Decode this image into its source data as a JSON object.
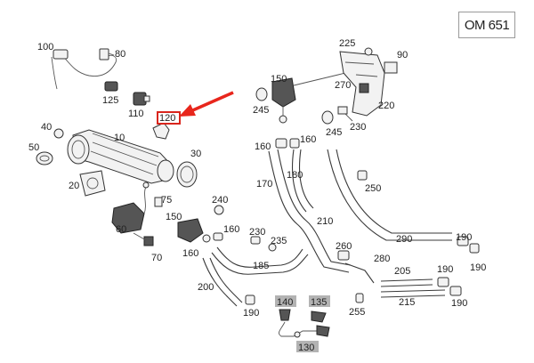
{
  "engine_code": "OM 651",
  "highlight_label": "120",
  "labels": {
    "p10": "10",
    "p20": "20",
    "p30": "30",
    "p40": "40",
    "p50": "50",
    "p60": "60",
    "p70": "70",
    "p75": "75",
    "p80": "80",
    "p90": "90",
    "p100": "100",
    "p110": "110",
    "p125": "125",
    "p130": "130",
    "p135": "135",
    "p140": "140",
    "p150a": "150",
    "p150b": "150",
    "p160a": "160",
    "p160b": "160",
    "p160c": "160",
    "p160d": "160",
    "p170": "170",
    "p180": "180",
    "p185": "185",
    "p190a": "190",
    "p190b": "190",
    "p190c": "190",
    "p190d": "190",
    "p190e": "190",
    "p200": "200",
    "p205": "205",
    "p210": "210",
    "p215": "215",
    "p220": "220",
    "p225": "225",
    "p230a": "230",
    "p230b": "230",
    "p235": "235",
    "p240": "240",
    "p245a": "245",
    "p245b": "245",
    "p250": "250",
    "p255": "255",
    "p260": "260",
    "p270": "270",
    "p280": "280",
    "p290": "290"
  },
  "colors": {
    "arrow": "#e8261c",
    "highlight_box": "#d9251c",
    "shaded_label": "#b3b3b3"
  }
}
